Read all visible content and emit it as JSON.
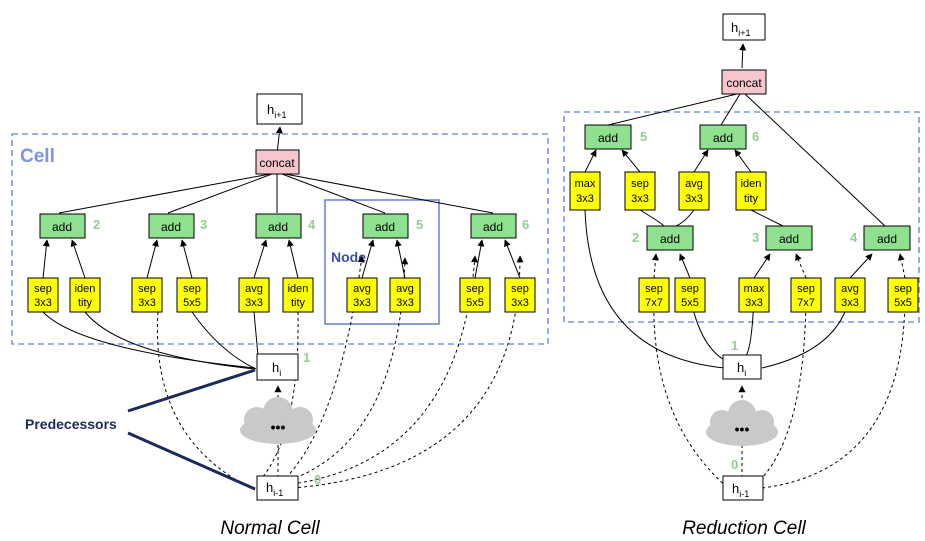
{
  "normal": {
    "caption": "Normal Cell",
    "cell_label": "Cell",
    "node_label": "Node",
    "predecessors_label": "Predecessors",
    "concat": "concat",
    "h_out": {
      "base": "h",
      "sub": "i+1"
    },
    "h_i": {
      "base": "h",
      "sub": "i"
    },
    "h_prev": {
      "base": "h",
      "sub": "i-1"
    },
    "dots": "•••",
    "idx_hi": "1",
    "idx_hprev": "0",
    "adds": [
      {
        "label": "add",
        "num": "2"
      },
      {
        "label": "add",
        "num": "3"
      },
      {
        "label": "add",
        "num": "4"
      },
      {
        "label": "add",
        "num": "5"
      },
      {
        "label": "add",
        "num": "6"
      }
    ],
    "ops": [
      {
        "l1": "sep",
        "l2": "3x3"
      },
      {
        "l1": "iden",
        "l2": "tity"
      },
      {
        "l1": "sep",
        "l2": "3x3"
      },
      {
        "l1": "sep",
        "l2": "5x5"
      },
      {
        "l1": "avg",
        "l2": "3x3"
      },
      {
        "l1": "iden",
        "l2": "tity"
      },
      {
        "l1": "avg",
        "l2": "3x3"
      },
      {
        "l1": "avg",
        "l2": "3x3"
      },
      {
        "l1": "sep",
        "l2": "5x5"
      },
      {
        "l1": "sep",
        "l2": "3x3"
      }
    ]
  },
  "reduction": {
    "caption": "Reduction Cell",
    "concat": "concat",
    "h_out": {
      "base": "h",
      "sub": "i+1"
    },
    "h_i": {
      "base": "h",
      "sub": "i"
    },
    "h_prev": {
      "base": "h",
      "sub": "i-1"
    },
    "dots": "•••",
    "idx_hi": "1",
    "idx_hprev": "0",
    "adds": [
      {
        "label": "add",
        "num": "5"
      },
      {
        "label": "add",
        "num": "6"
      },
      {
        "label": "add",
        "num": "2"
      },
      {
        "label": "add",
        "num": "3"
      },
      {
        "label": "add",
        "num": "4"
      }
    ],
    "ops_top": [
      {
        "l1": "max",
        "l2": "3x3"
      },
      {
        "l1": "sep",
        "l2": "3x3"
      },
      {
        "l1": "avg",
        "l2": "3x3"
      },
      {
        "l1": "iden",
        "l2": "tity"
      }
    ],
    "ops_bottom": [
      {
        "l1": "sep",
        "l2": "7x7"
      },
      {
        "l1": "sep",
        "l2": "5x5"
      },
      {
        "l1": "max",
        "l2": "3x3"
      },
      {
        "l1": "sep",
        "l2": "7x7"
      },
      {
        "l1": "avg",
        "l2": "3x3"
      },
      {
        "l1": "sep",
        "l2": "5x5"
      }
    ]
  },
  "colors": {
    "add_fill": "#8fe08f",
    "op_fill": "#ffff00",
    "concat_fill": "#f5c6cc",
    "cell_border": "#7b95e6",
    "node_border": "#6a86d8",
    "label_blue": "#3a4fa8",
    "index_green": "#8fd08f",
    "predecessor_navy": "#1b2a5a",
    "cloud": "#c9c9c9"
  }
}
